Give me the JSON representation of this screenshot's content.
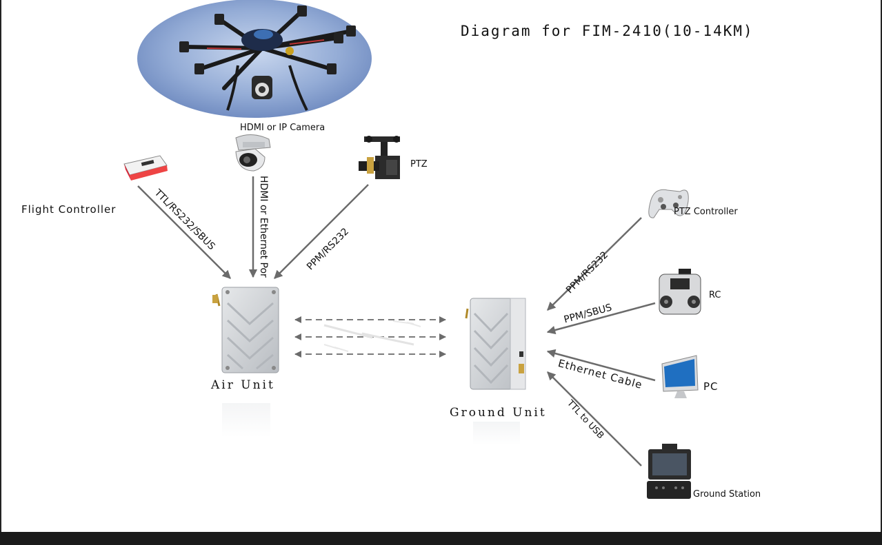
{
  "title": "Diagram for FIM-2410(10-14KM)",
  "devices": {
    "hdmi_camera": "HDMI or IP Camera",
    "ptz": "PTZ",
    "flight_controller": "Flight Controller",
    "ptz_controller": "PTZ Controller",
    "rc": "RC",
    "pc": "PC",
    "ground_station": "Ground Station"
  },
  "units": {
    "air": "Air Unit",
    "ground": "Ground Unit"
  },
  "connections": {
    "flight_controller": "TTL/RS232/SBUS",
    "camera": "HDMI or Ethernet Por",
    "ptz": "PPM/RS232",
    "ptz_controller": "PPM/RS232",
    "rc": "PPM/SBUS",
    "pc": "Ethernet Cable",
    "ground_station": "TTL to USB"
  },
  "colors": {
    "arrow": "#6b6b6b",
    "unit_body": "#d4d6d8",
    "unit_edge": "#9a9ea3",
    "sky": "#8aa3cf",
    "bottom_bar": "#1b1b1b"
  }
}
